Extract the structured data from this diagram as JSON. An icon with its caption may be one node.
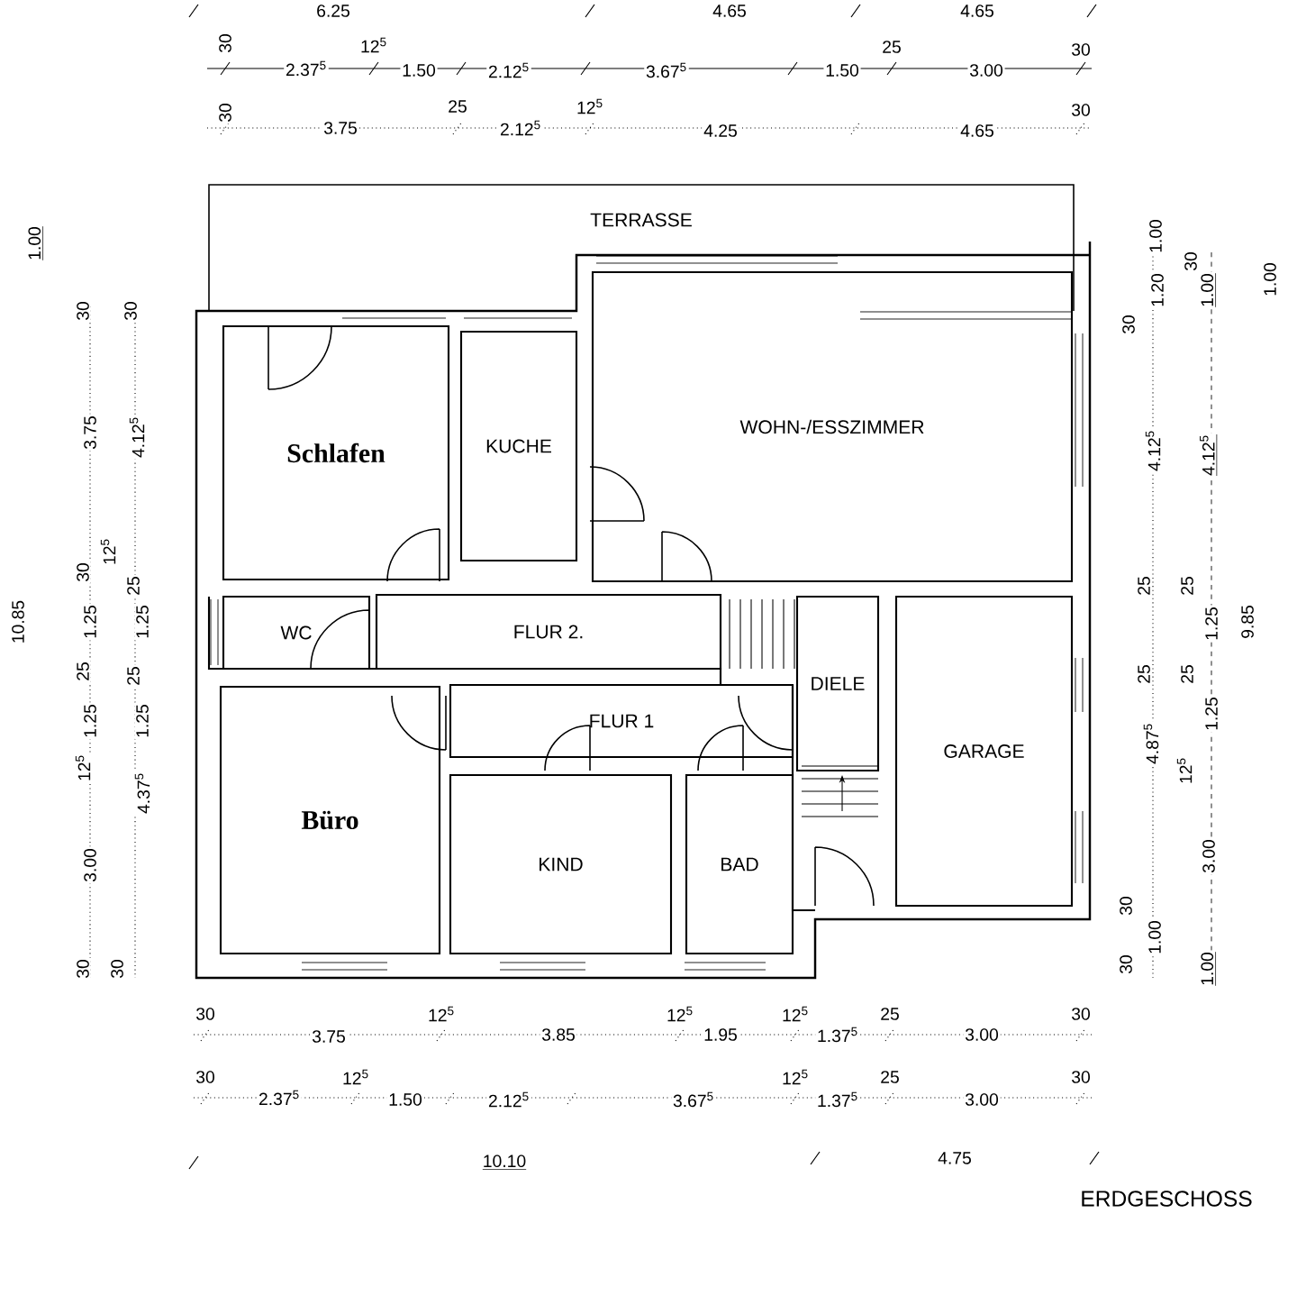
{
  "diagram": {
    "caption": "ERDGESCHOSS",
    "nodes": [
      {
        "text": [
          "TERRASSE"
        ]
      },
      {
        "text": [
          "Schlafen"
        ]
      },
      {
        "text": [
          "KUCHE"
        ]
      },
      {
        "text": [
          "WOHN-/ESSZIMMER"
        ]
      },
      {
        "text": [
          "WC"
        ]
      },
      {
        "text": [
          "FLUR 2."
        ]
      },
      {
        "text": [
          "DIELE"
        ]
      },
      {
        "text": [
          "GARAGE"
        ]
      },
      {
        "text": [
          "FLUR 1"
        ]
      },
      {
        "text": [
          "Büro"
        ]
      },
      {
        "text": [
          "KIND"
        ]
      },
      {
        "text": [
          "BAD"
        ]
      }
    ],
    "edges": [],
    "labels": [
      "6.25",
      "4.65",
      "4.65",
      "30",
      "2.37$^{5}$",
      "12$^{5}$",
      "1.50",
      "2.12$^{5}$",
      "3.67$^{5}$",
      "1.50",
      "25",
      "3.00",
      "30",
      "30",
      "3.75",
      "25",
      "2.12$^{5}$",
      "12$^{5}$",
      "4.25",
      "4.65",
      "30",
      "1.00",
      "10.85",
      "30",
      "3.75",
      "30",
      "1.25",
      "25",
      "1.25",
      "12$^{5}$",
      "3.00",
      "30",
      "30",
      "4.12$^{5}$",
      "12$^{5}$",
      "25",
      "1.25",
      "25",
      "1.25",
      "4.37$^{5}$",
      "30",
      "1.00",
      "1.20",
      "30",
      "30",
      "1.00",
      "1.00",
      "4.12$^{5}$",
      "4.12$^{5}$",
      "25",
      "25",
      "1.25",
      "9.85",
      "25",
      "25",
      "1.25",
      "4.87$^{5}$",
      "12$^{5}$",
      "3.00",
      "30",
      "1.00",
      "30",
      "1.00",
      "30",
      "3.75",
      "12$^{5}$",
      "3.85",
      "12$^{5}$",
      "1.95",
      "12$^{5}$",
      "1.37$^{5}$",
      "25",
      "3.00",
      "30",
      "30",
      "2.37$^{5}$",
      "12$^{5}$",
      "1.50",
      "2.12$^{5}$",
      "3.67$^{5}$",
      "12$^{5}$",
      "1.37$^{5}$",
      "25",
      "3.00",
      "30",
      "10.10",
      "4.75"
    ]
  }
}
